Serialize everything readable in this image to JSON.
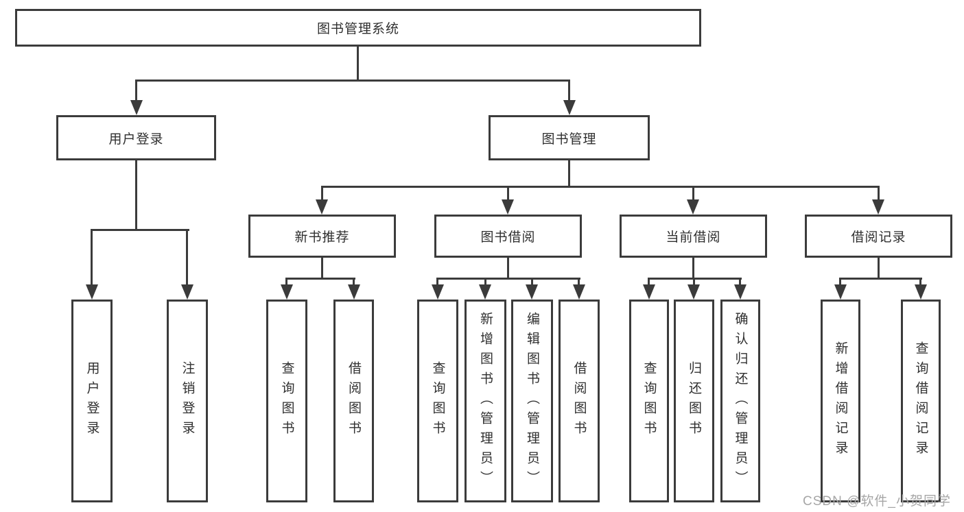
{
  "diagram": {
    "root": "图书管理系统",
    "level2": {
      "userLogin": "用户登录",
      "bookMgmt": "图书管理"
    },
    "level3": {
      "newBook": "新书推荐",
      "bookBorrow": "图书借阅",
      "currentBorrow": "当前借阅",
      "borrowRecord": "借阅记录"
    },
    "level4": {
      "userLogin": [
        "用户登录",
        "注销登录"
      ],
      "newBook": [
        "查询图书",
        "借阅图书"
      ],
      "bookBorrow": [
        "查询图书",
        "新增图书（管理员）",
        "编辑图书（管理员）",
        "借阅图书"
      ],
      "currentBorrow": [
        "查询图书",
        "归还图书",
        "确认归还（管理员）"
      ],
      "borrowRecord": [
        "新增借阅记录",
        "查询借阅记录"
      ]
    }
  },
  "watermark": "CSDN @软件_小贺同学",
  "colors": {
    "line": "#3b3b3b",
    "text": "#2f2f2f",
    "watermark": "#a6a6a6",
    "background": "#ffffff"
  }
}
